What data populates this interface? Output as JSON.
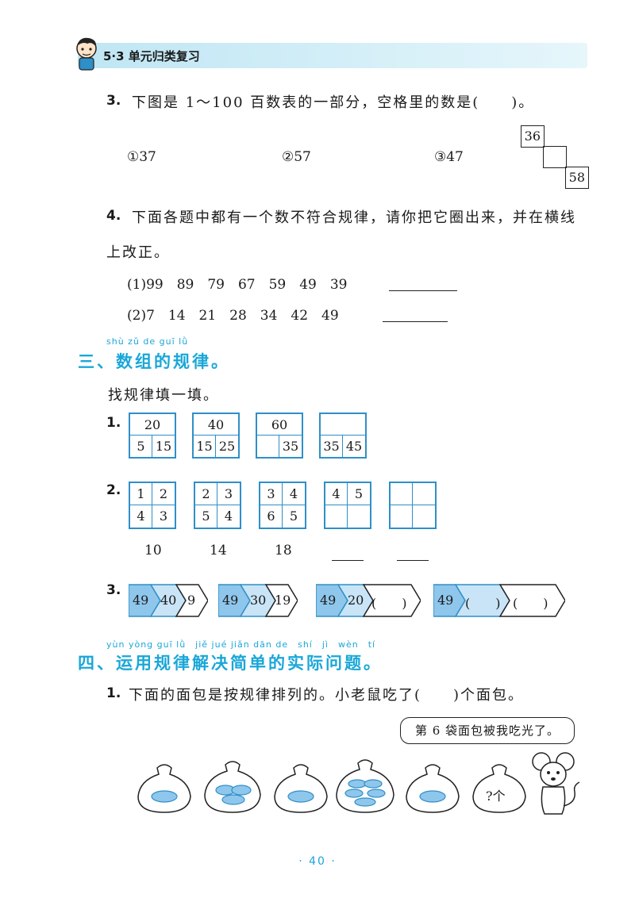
{
  "header": {
    "title": "5·3 单元归类复习"
  },
  "q3": {
    "number": "3.",
    "text": "下图是 1～100 百数表的一部分，空格里的数是(　　)。",
    "options": [
      "①37",
      "②57",
      "③47"
    ],
    "table_cells": [
      "36",
      "58"
    ]
  },
  "q4": {
    "number": "4.",
    "line1": "下面各题中都有一个数不符合规律，请你把它圈出来，并在横线",
    "line2": "上改正。",
    "sub1": "(1)99　89　79　67　59　49　39",
    "sub2": "(2)7　14　21　28　34　42　49"
  },
  "section3": {
    "pinyin": "shù zǔ de guī lǜ",
    "title": "三、数组的规律。",
    "instruction": "找规律填一填。",
    "p1": {
      "number": "1.",
      "groups": [
        {
          "top": "20",
          "bl": "5",
          "br": "15"
        },
        {
          "top": "40",
          "bl": "15",
          "br": "25"
        },
        {
          "top": "60",
          "bl": "",
          "br": "35"
        },
        {
          "top": "",
          "bl": "35",
          "br": "45"
        }
      ]
    },
    "p2": {
      "number": "2.",
      "groups": [
        {
          "c1": "1",
          "c2": "2",
          "c3": "4",
          "c4": "3"
        },
        {
          "c1": "2",
          "c2": "3",
          "c3": "5",
          "c4": "4"
        },
        {
          "c1": "3",
          "c2": "4",
          "c3": "6",
          "c4": "5"
        },
        {
          "c1": "4",
          "c2": "5",
          "c3": "",
          "c4": ""
        },
        {
          "c1": "",
          "c2": "",
          "c3": "",
          "c4": ""
        }
      ],
      "sums": [
        "10",
        "14",
        "18"
      ]
    },
    "p3": {
      "number": "3.",
      "chains": [
        {
          "a": "49",
          "b": "40",
          "c": "9"
        },
        {
          "a": "49",
          "b": "30",
          "c": "19"
        },
        {
          "a": "49",
          "b": "20",
          "c": "(　　)"
        },
        {
          "a": "49",
          "b": "(　　)",
          "c": "(　　)"
        }
      ]
    }
  },
  "section4": {
    "pinyin": "yùn yòng guī lǜ　jiě jué jiǎn dān de　shí　jì　wèn　tí",
    "title": "四、运用规律解决简单的实际问题。",
    "q1": {
      "number": "1.",
      "text": "下面的面包是按规律排列的。小老鼠吃了(　　)个面包。",
      "speech": "第 6 袋面包被我吃光了。",
      "bag_label": "?个"
    }
  },
  "footer": {
    "page": "· 40 ·"
  },
  "colors": {
    "accent": "#1aa7d8",
    "grid": "#2f8fc7",
    "chain_fill": "#8fc6ec"
  }
}
